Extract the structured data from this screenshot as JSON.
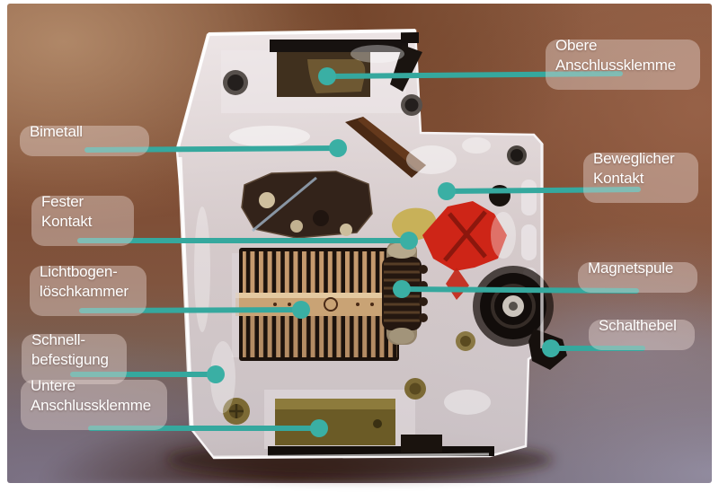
{
  "annotations": {
    "obere_anschlussklemme": {
      "label": "Obere\nAnschlussklemme"
    },
    "bimetall": {
      "label": "Bimetall"
    },
    "beweglicher_kontakt": {
      "label": "Beweglicher\nKontakt"
    },
    "fester_kontakt": {
      "label": "Fester\nKontakt"
    },
    "lichtbogenloeschkammer": {
      "label": "Lichtbogen-\nlöschkammer"
    },
    "magnetspule": {
      "label": "Magnetspule"
    },
    "schalthebel": {
      "label": "Schalthebel"
    },
    "schnellbefestigung": {
      "label": "Schnell-\nbefestigung"
    },
    "untere_anschlussklemme": {
      "label": "Untere\nAnschlussklemme"
    }
  },
  "colors": {
    "accent_teal": "#35a89e",
    "accent_teal_dot": "#3aafa4",
    "label_text": "#ffffff"
  }
}
